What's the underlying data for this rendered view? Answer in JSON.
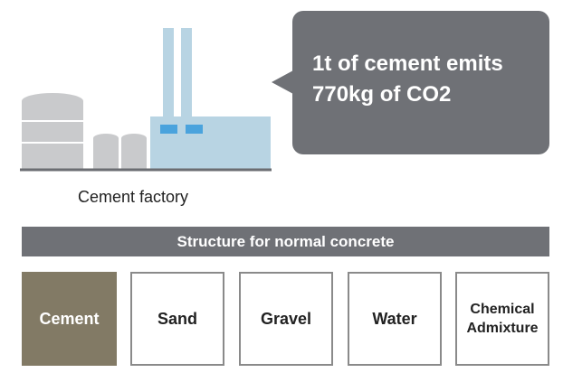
{
  "factory": {
    "caption": "Cement factory",
    "callout_lines": [
      "1t of cement emits",
      "770kg of CO2"
    ]
  },
  "structure": {
    "title": "Structure for normal concrete",
    "components": [
      "Cement",
      "Sand",
      "Gravel",
      "Water",
      "Chemical\nAdmixture"
    ]
  },
  "colors": {
    "callout": "#6f7176",
    "bar": "#6f7176",
    "cement_box": "#827a65",
    "tank": "#c9cacc",
    "building": "#b8d4e3",
    "window": "#4aa3dd",
    "ground": "#6b6d72"
  }
}
